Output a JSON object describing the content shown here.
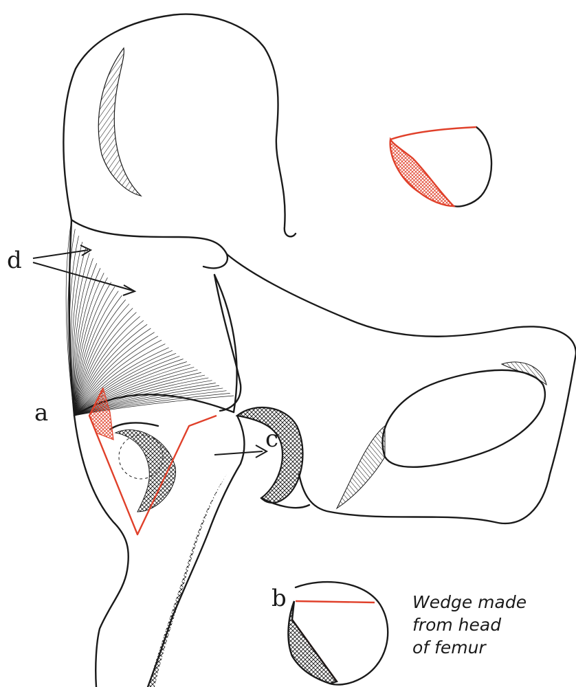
{
  "labels": {
    "a": "a",
    "b": "b",
    "c": "c",
    "d": "d"
  },
  "caption": {
    "line1": "Wedge made",
    "line2": "from head",
    "line3": "of femur"
  },
  "colors": {
    "ink": "#1a1a1a",
    "highlight": "#e0402a",
    "background": "#ffffff"
  }
}
